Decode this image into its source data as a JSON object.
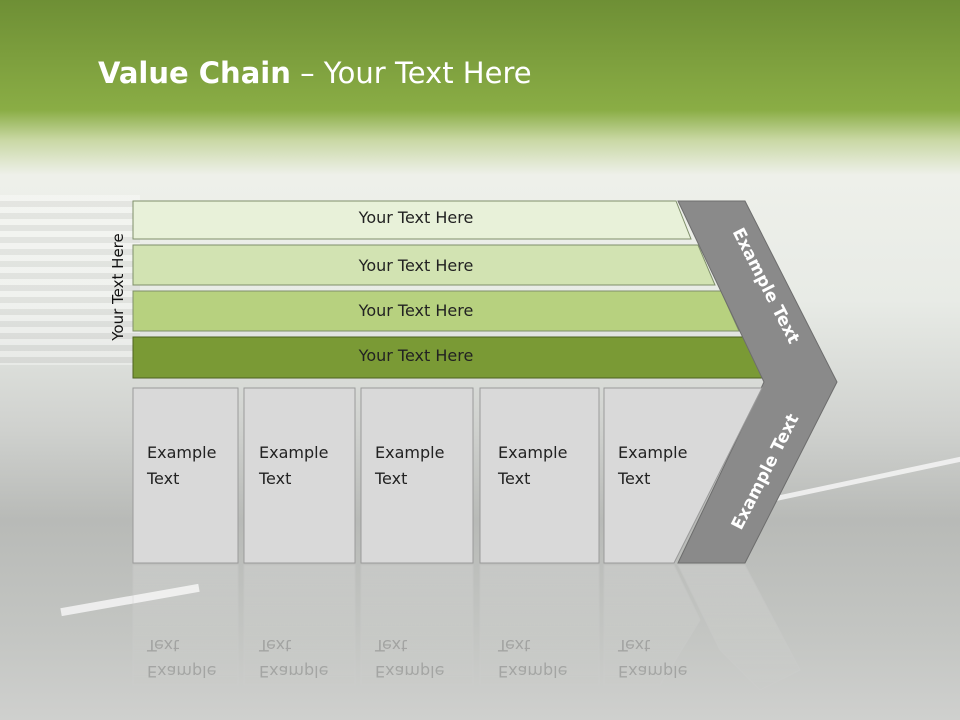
{
  "title": {
    "bold": "Value Chain",
    "rest": " – Your Text Here"
  },
  "side_label": "Your Text Here",
  "bars": [
    {
      "label": "Your Text Here",
      "color": "#e8f1d9"
    },
    {
      "label": "Your Text Here",
      "color": "#d2e3b2"
    },
    {
      "label": "Your Text Here",
      "color": "#b7d17f"
    },
    {
      "label": "Your Text Here",
      "color": "#7a9a35"
    }
  ],
  "boxes": [
    {
      "line1": "Example",
      "line2": "Text"
    },
    {
      "line1": "Example",
      "line2": "Text"
    },
    {
      "line1": "Example",
      "line2": "Text"
    },
    {
      "line1": "Example",
      "line2": "Text"
    },
    {
      "line1": "Example",
      "line2": "Text"
    }
  ],
  "chevron": {
    "upper": "Example Text",
    "lower": "Example Text",
    "color": "#8a8a8a"
  }
}
